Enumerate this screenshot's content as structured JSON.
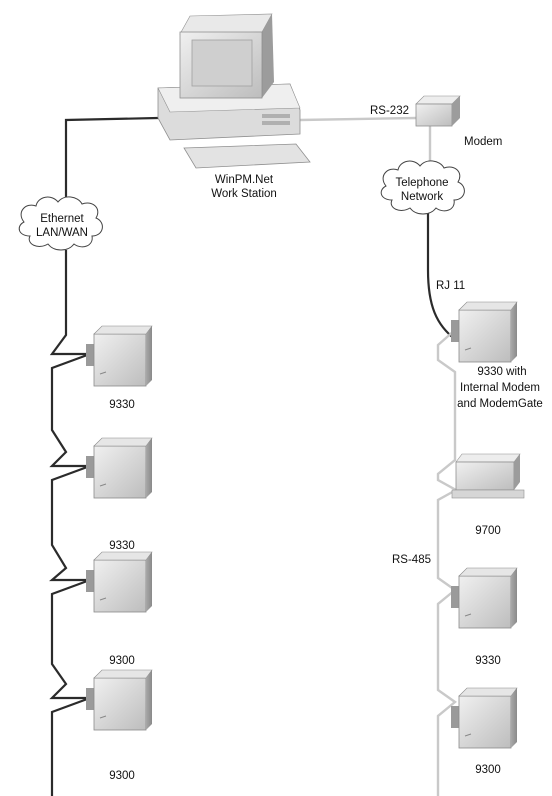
{
  "workstation": {
    "line1": "WinPM.Net",
    "line2": "Work Station"
  },
  "modem": {
    "label": "Modem",
    "link_label": "RS-232"
  },
  "telephone_cloud": {
    "line1": "Telephone",
    "line2": "Network"
  },
  "ethernet_cloud": {
    "line1": "Ethernet",
    "line2": "LAN/WAN"
  },
  "rj11_label": "RJ 11",
  "rs485_label": "RS-485",
  "left_meters": [
    "9330",
    "9330",
    "9300",
    "9300"
  ],
  "right_meters": {
    "gateway": {
      "line1": "9330 with",
      "line2": "Internal Modem",
      "line3": "and ModemGate"
    },
    "box": "9700",
    "m1": "9330",
    "m2": "9300"
  },
  "colors": {
    "dark_wire": "#2b2b2b",
    "light_wire": "#c9c9c9",
    "device": "#d9d9d9"
  }
}
